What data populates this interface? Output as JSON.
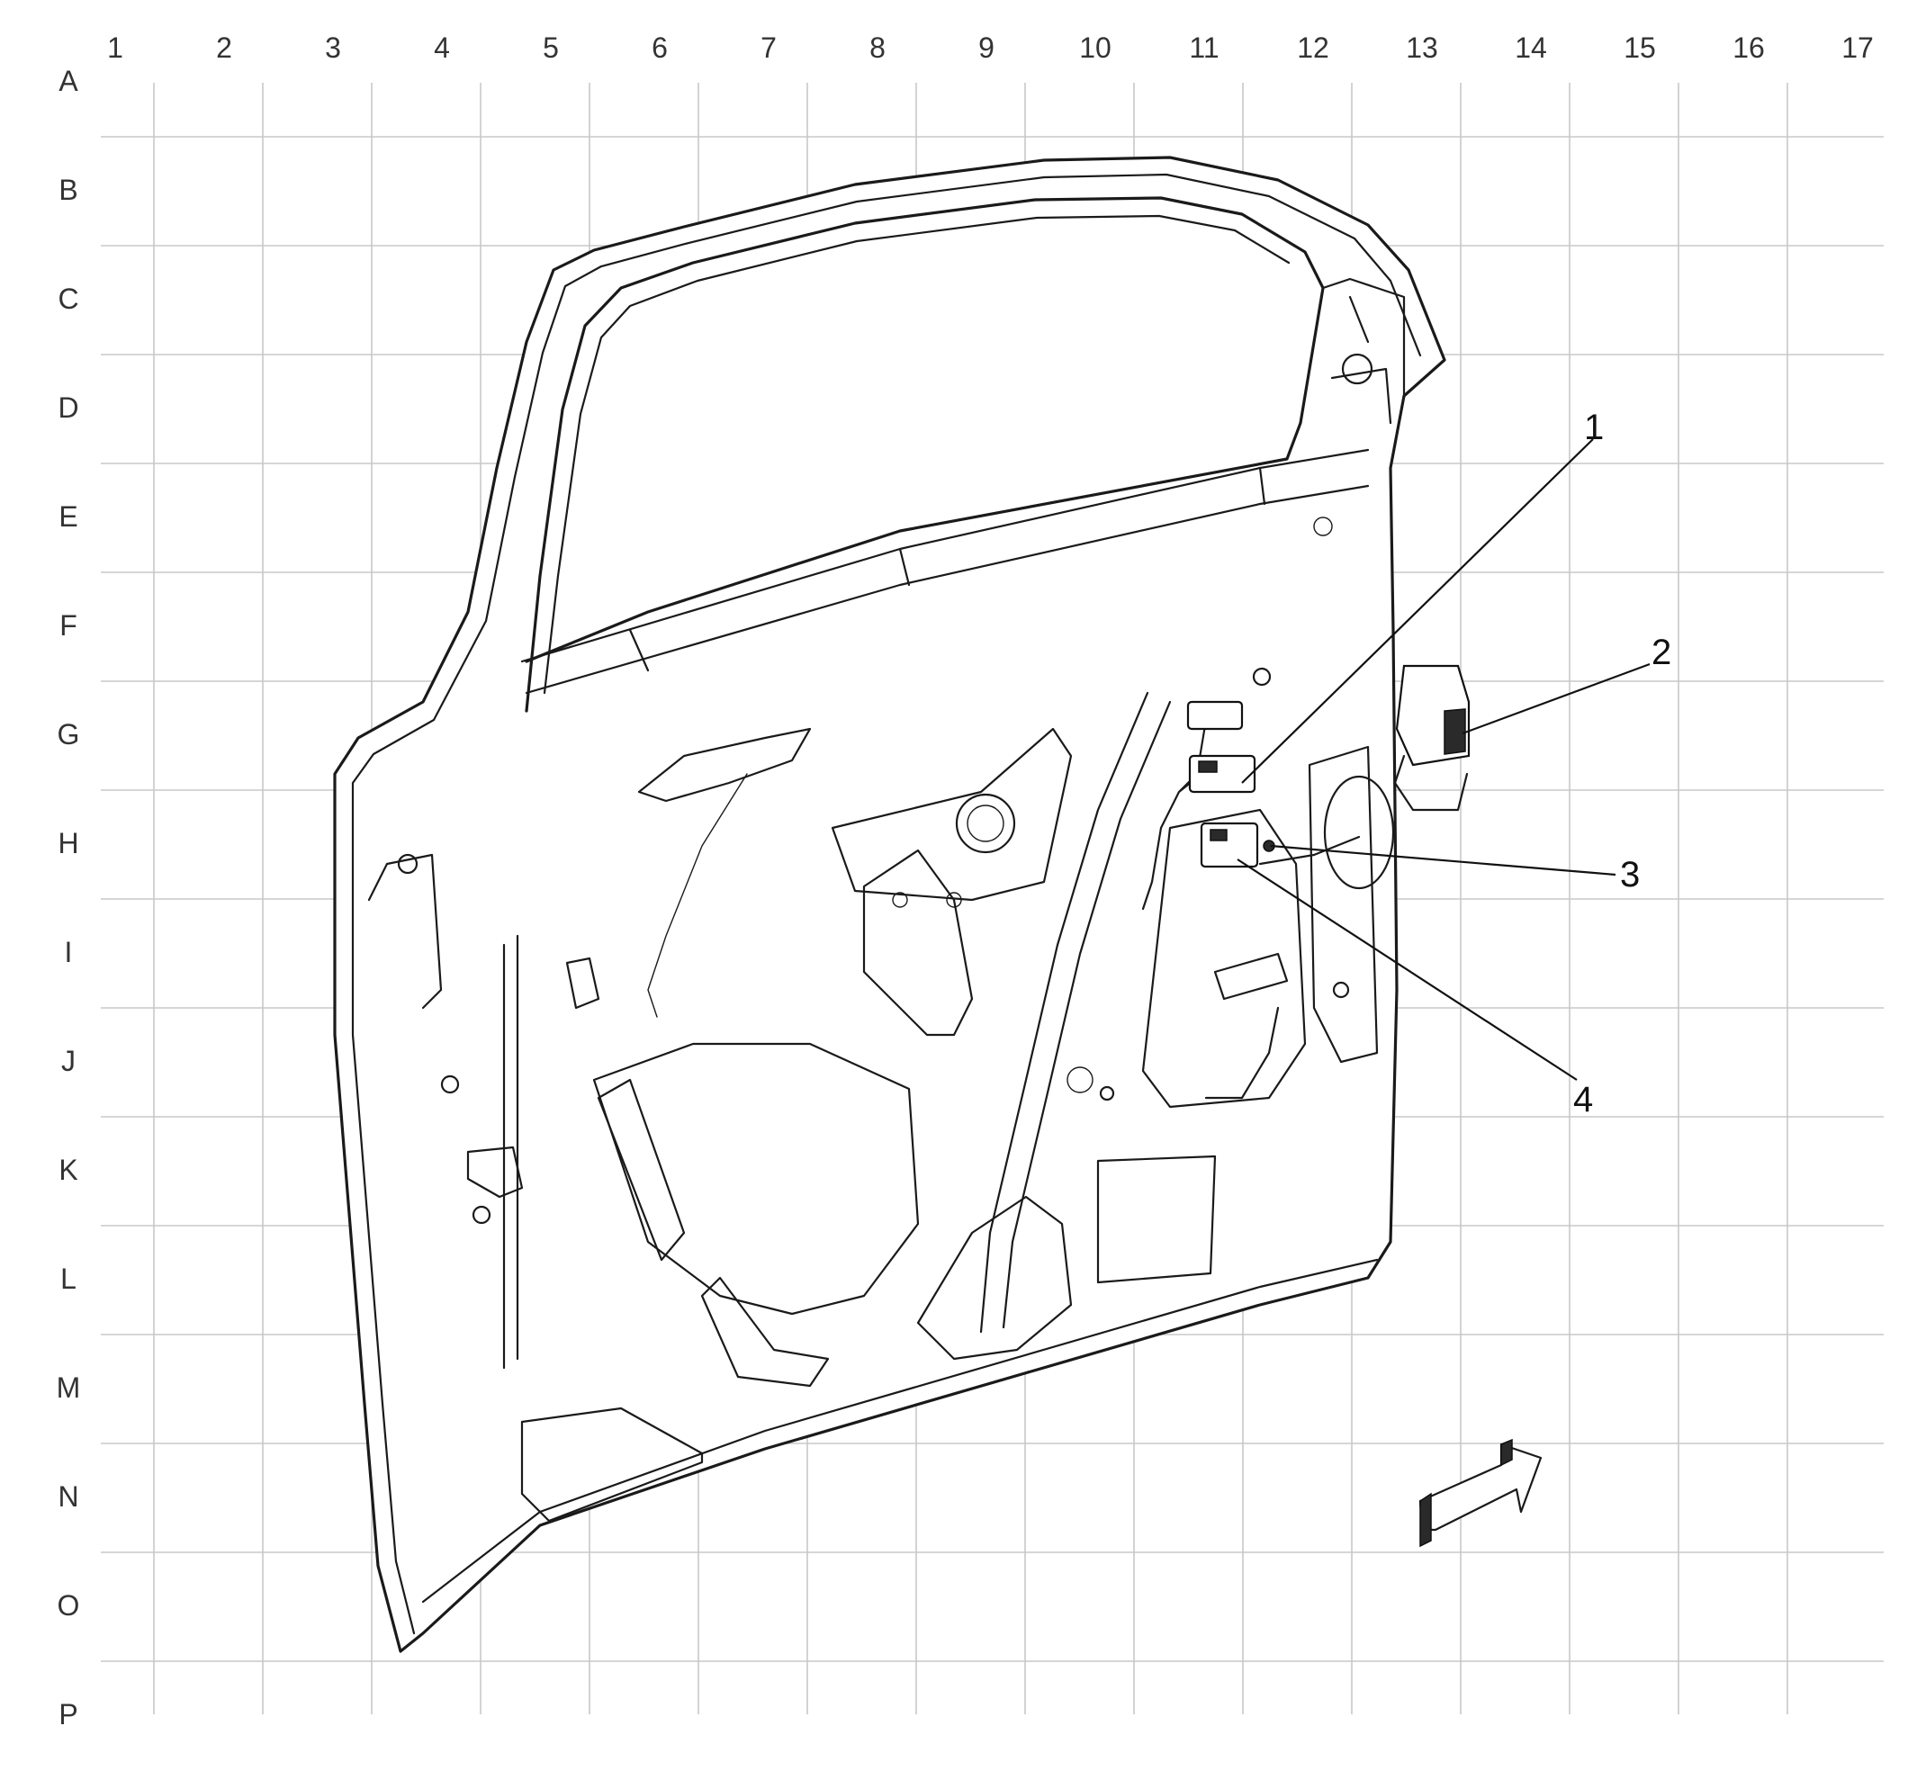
{
  "grid": {
    "columns": [
      "1",
      "2",
      "3",
      "4",
      "5",
      "6",
      "7",
      "8",
      "9",
      "10",
      "11",
      "12",
      "13",
      "14",
      "15",
      "16",
      "17"
    ],
    "rows": [
      "A",
      "B",
      "C",
      "D",
      "E",
      "F",
      "G",
      "H",
      "I",
      "J",
      "K",
      "L",
      "M",
      "N",
      "O",
      "P"
    ]
  },
  "callouts": [
    {
      "number": "1"
    },
    {
      "number": "2"
    },
    {
      "number": "3"
    },
    {
      "number": "4"
    }
  ],
  "icons": {
    "view_direction": "view-direction-arrow-icon"
  },
  "colors": {
    "grid": "#c8c8c8",
    "line": "#1a1a1a",
    "background": "#ffffff"
  }
}
